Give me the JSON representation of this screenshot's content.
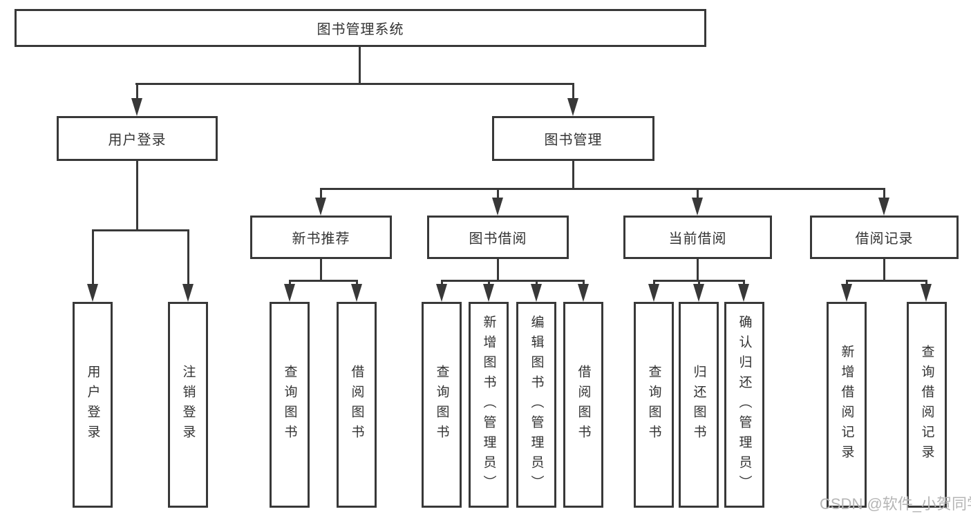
{
  "diagram": {
    "root": {
      "label": "图书管理系统"
    },
    "branches": [
      {
        "label": "用户登录",
        "children": [
          {
            "label": "用户登录"
          },
          {
            "label": "注销登录"
          }
        ]
      },
      {
        "label": "图书管理",
        "children": [
          {
            "label": "新书推荐",
            "children": [
              {
                "label": "查询图书"
              },
              {
                "label": "借阅图书"
              }
            ]
          },
          {
            "label": "图书借阅",
            "children": [
              {
                "label": "查询图书"
              },
              {
                "label": "新增图书（管理员）"
              },
              {
                "label": "编辑图书（管理员）"
              },
              {
                "label": "借阅图书"
              }
            ]
          },
          {
            "label": "当前借阅",
            "children": [
              {
                "label": "查询图书"
              },
              {
                "label": "归还图书"
              },
              {
                "label": "确认归还（管理员）"
              }
            ]
          },
          {
            "label": "借阅记录",
            "children": [
              {
                "label": "新增借阅记录"
              },
              {
                "label": "查询借阅记录"
              }
            ]
          }
        ]
      }
    ],
    "colors": {
      "line": "#383838",
      "text": "#333333",
      "background": "#ffffff",
      "watermark": "#b5b5b5"
    }
  },
  "watermark": {
    "text": "CSDN @软件_小贺同学"
  }
}
